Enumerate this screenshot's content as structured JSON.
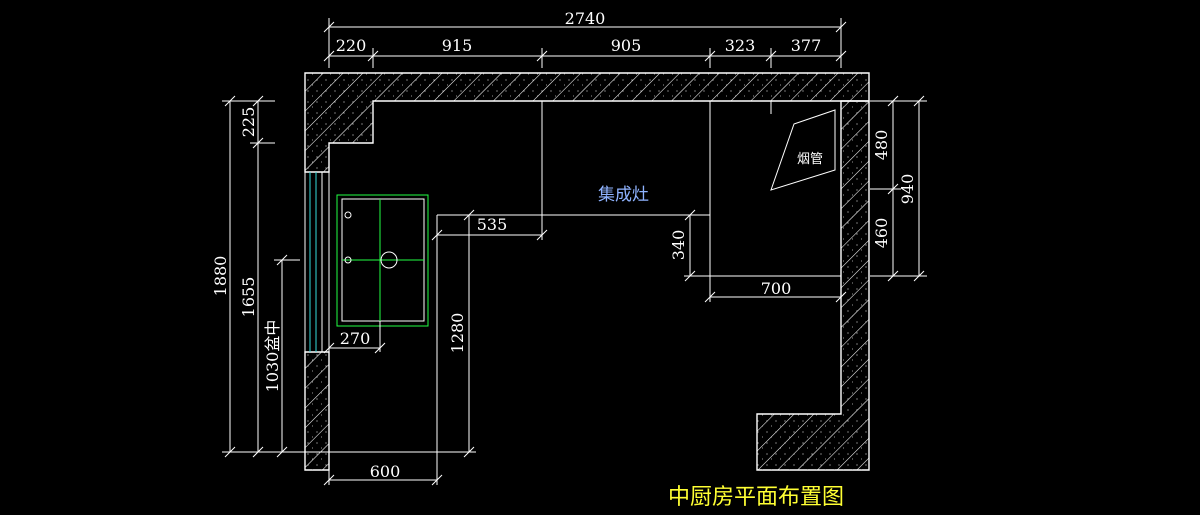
{
  "drawing": {
    "title": "中厨房平面布置图",
    "labels": {
      "stove": "集成灶",
      "flue": "烟管"
    },
    "top_dims": {
      "total": "2740",
      "seg1": "220",
      "seg2": "915",
      "seg3": "905",
      "seg4": "323",
      "seg5": "377"
    },
    "left_dims": {
      "total": "1880",
      "upper": "225",
      "inner": "1655",
      "sink_center": "1030盆中"
    },
    "right_dims": {
      "upper": "480",
      "lower": "460",
      "total": "940"
    },
    "inner_dims": {
      "counter_depth": "535",
      "stove_depth": "340",
      "stove_width": "700",
      "sink_offset": "270",
      "counter_length": "1280",
      "bottom_width": "600"
    },
    "colors": {
      "background": "#000000",
      "lines": "#ffffff",
      "sink": "#22ff44",
      "window": "#33dddd",
      "title": "#ffff33",
      "label": "#8fb3ff"
    }
  }
}
